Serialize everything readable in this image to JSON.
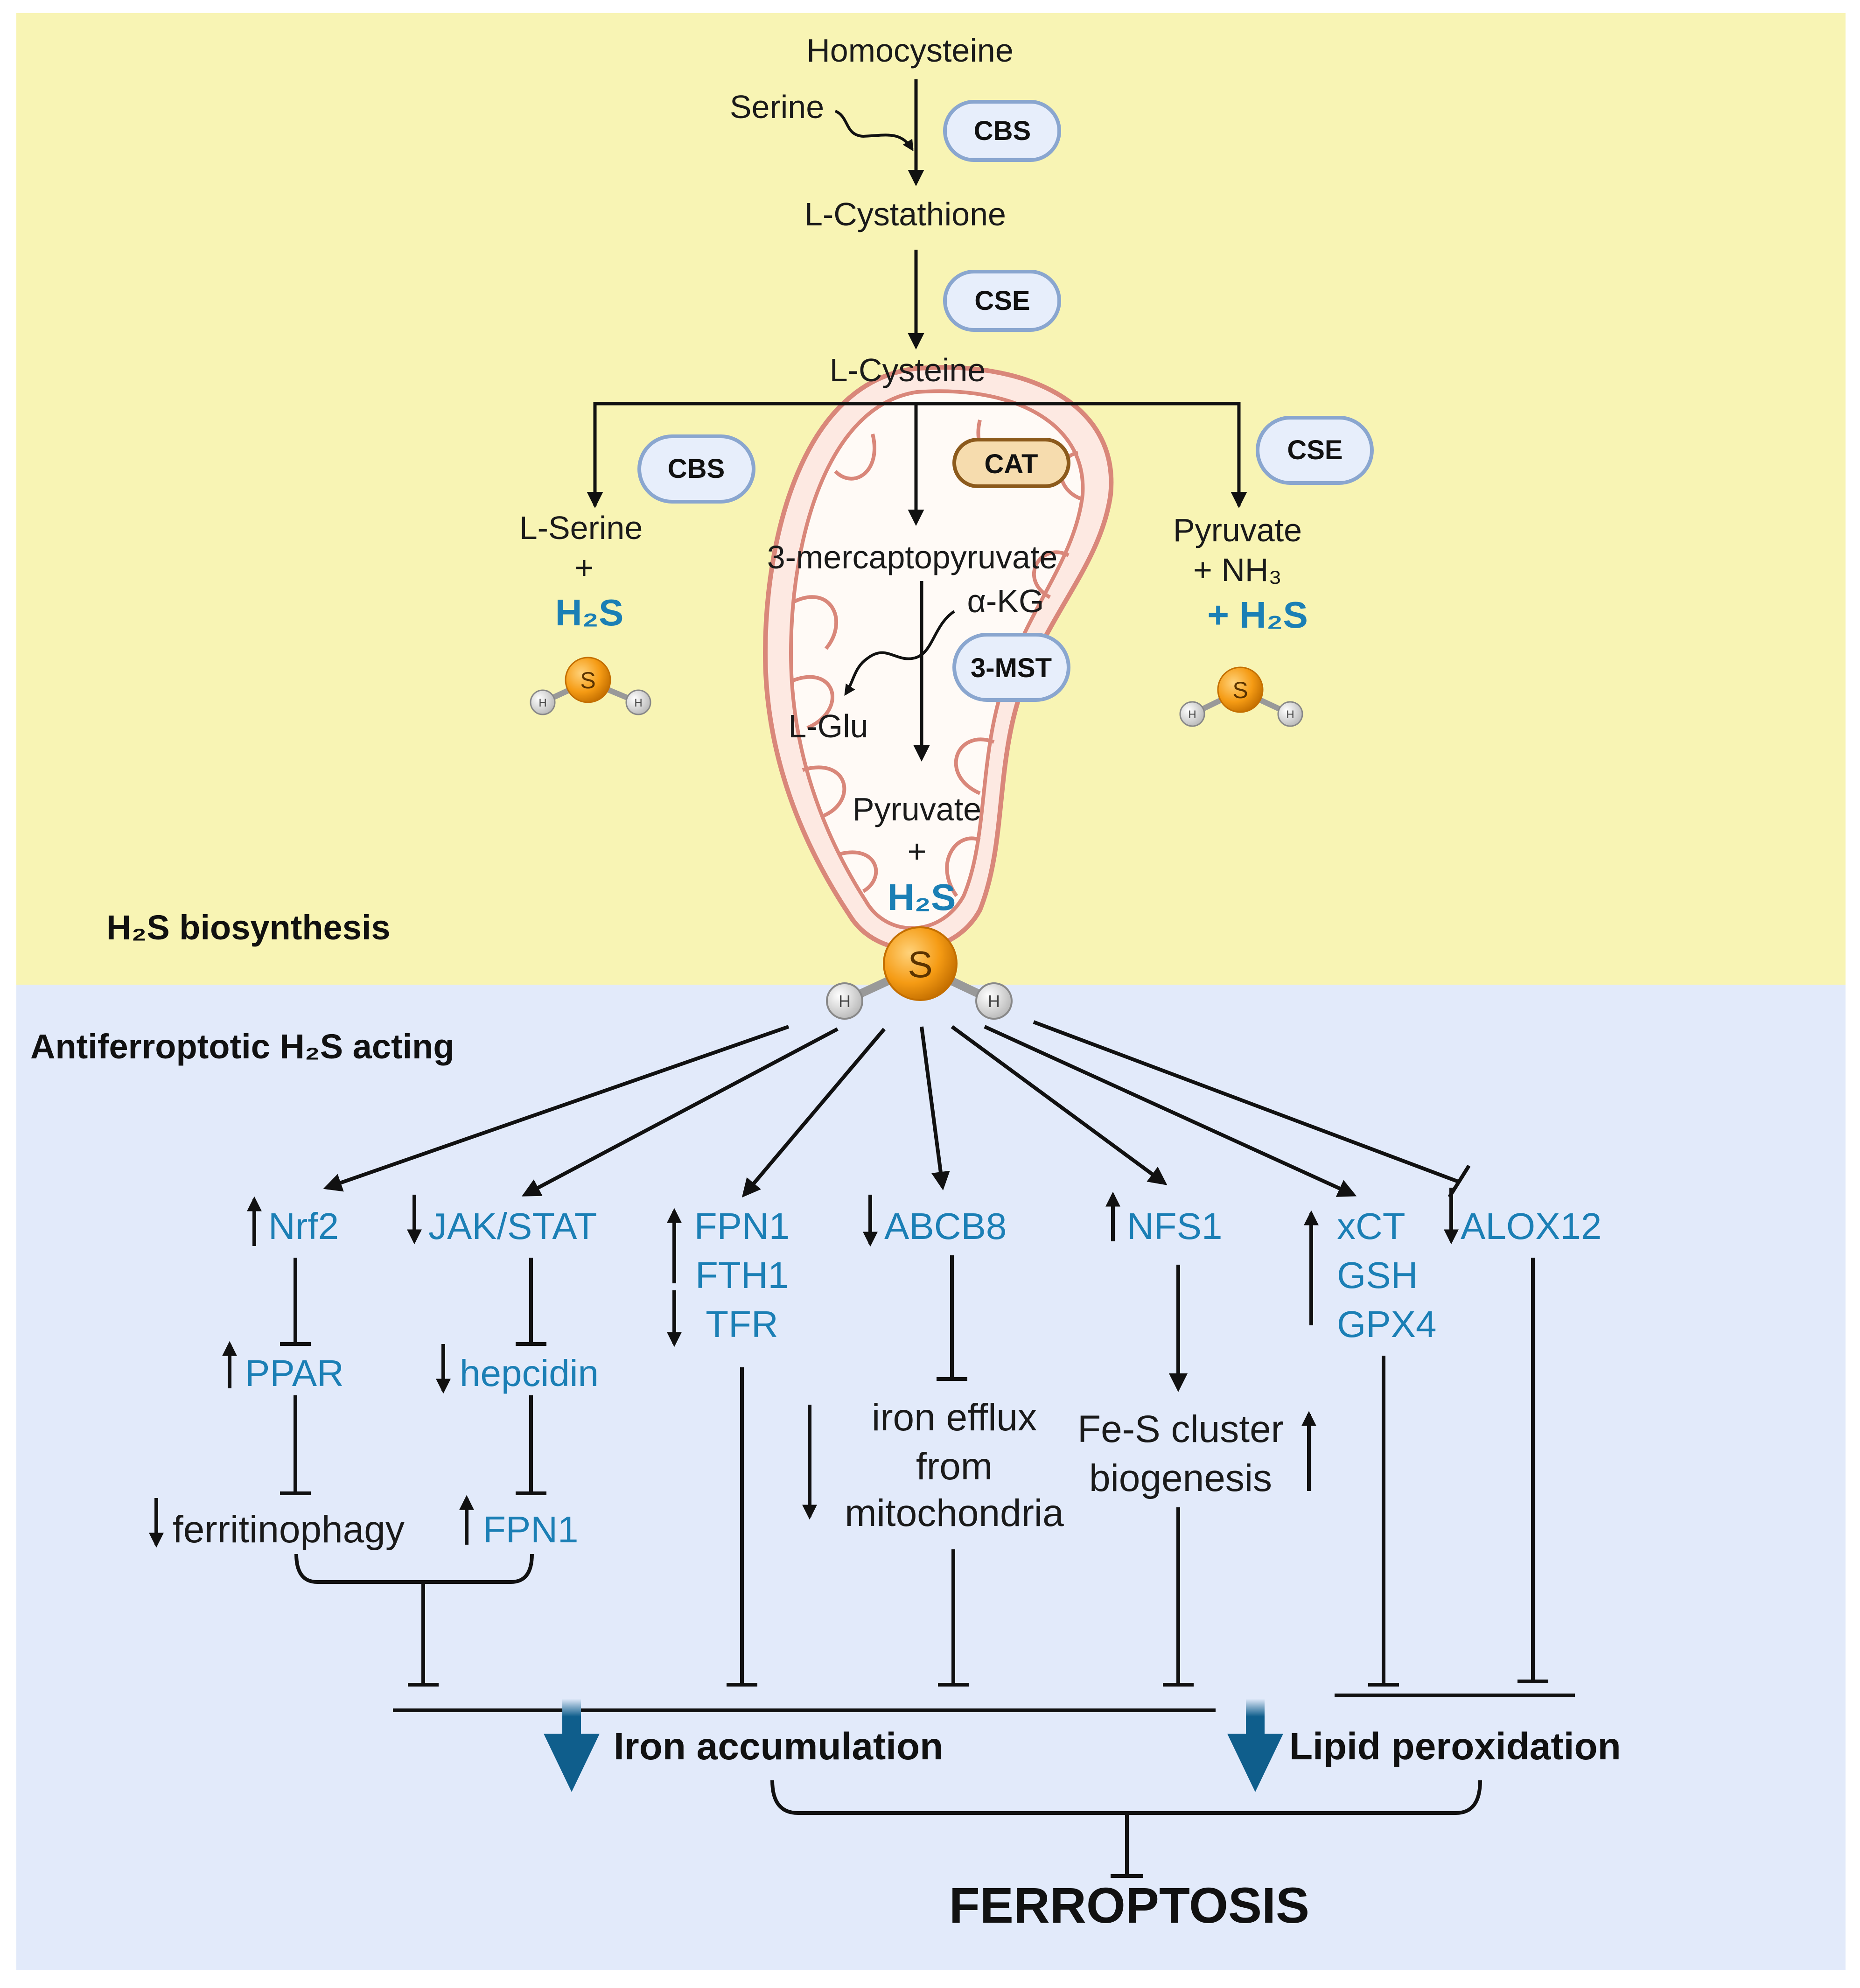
{
  "sections": {
    "biosynthesis_title": "H₂S biosynthesis",
    "acting_title": "Antiferroptotic H₂S acting"
  },
  "pathway": {
    "homocysteine": "Homocysteine",
    "serine": "Serine",
    "l_cystathione": "L-Cystathione",
    "l_cysteine": "L-Cysteine",
    "l_serine": "L-Serine",
    "plus": "+",
    "h2s": "H₂S",
    "mercaptopyruvate": "3-mercaptopyruvate",
    "akg": "α-KG",
    "l_glu": "L-Glu",
    "pyruvate": "Pyruvate",
    "nh3_line": "+ NH₃",
    "h2s_line": "+ H₂S"
  },
  "enzymes": {
    "cbs": "CBS",
    "cse": "CSE",
    "cat": "CAT",
    "mst": "3-MST"
  },
  "molecule": {
    "sulfur": "S",
    "hydrogen": "H"
  },
  "targets": {
    "nrf2": "Nrf2",
    "jak_stat": "JAK/STAT",
    "fpn1": "FPN1",
    "fth1": "FTH1",
    "tfr": "TFR",
    "abcb8": "ABCB8",
    "nfs1": "NFS1",
    "xct": "xCT",
    "gsh": "GSH",
    "gpx4": "GPX4",
    "alox12": "ALOX12",
    "ppar": "PPAR",
    "hepcidin": "hepcidin",
    "ferritinophagy": "ferritinophagy",
    "iron_efflux_1": "iron efflux",
    "iron_efflux_2": "from",
    "iron_efflux_3": "mitochondria",
    "fes_1": "Fe-S cluster",
    "fes_2": "biogenesis"
  },
  "outcomes": {
    "iron_accumulation": "Iron accumulation",
    "lipid_peroxidation": "Lipid peroxidation",
    "ferroptosis": "FERROPTOSIS"
  },
  "colors": {
    "top_panel": "#f8f4b4",
    "bottom_panel": "#e2eafa",
    "blue_text": "#1b7fb5",
    "down_arrow": "#0f5e8c",
    "enzyme_fill": "#e7eefb",
    "enzyme_stroke": "#8aa6cf",
    "cat_fill": "#f6dcae",
    "mito_stroke": "#d9877a",
    "sulfur": "#f59b14"
  }
}
